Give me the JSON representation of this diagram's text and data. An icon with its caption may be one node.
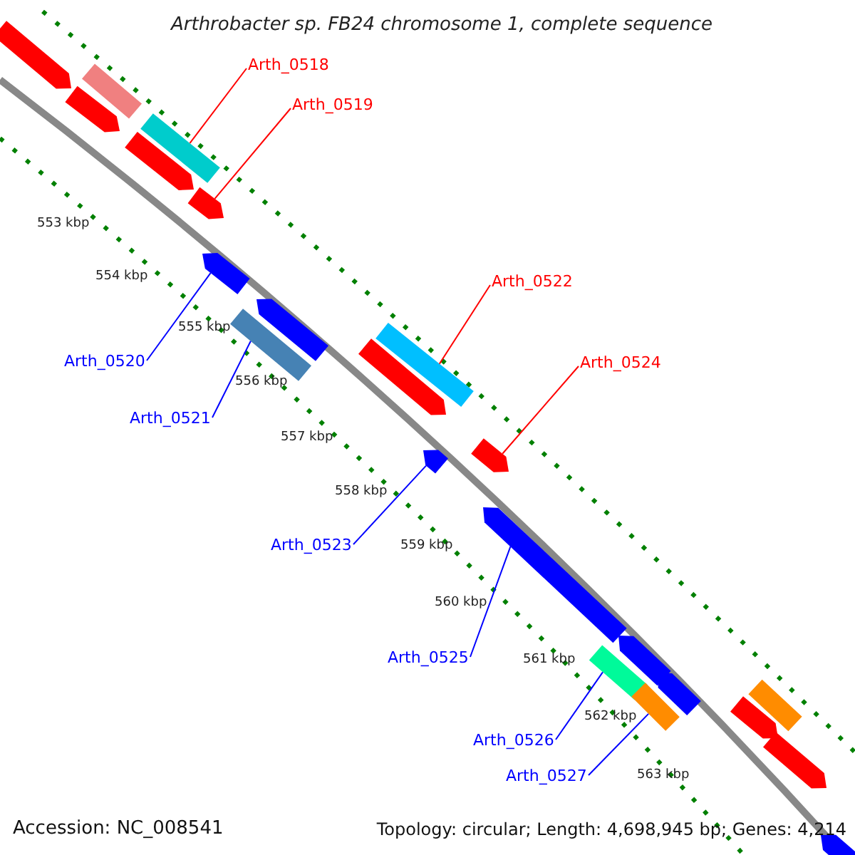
{
  "diagram": {
    "title": "Arthrobacter sp. FB24 chromosome 1, complete sequence",
    "nodes": [
      {
        "text": [
          "Arth_0518"
        ]
      },
      {
        "text": [
          "Arth_0519"
        ]
      },
      {
        "text": [
          "Arth_0520"
        ]
      },
      {
        "text": [
          "Arth_0521"
        ]
      },
      {
        "text": [
          "Arth_0522"
        ]
      },
      {
        "text": [
          "Arth_0523"
        ]
      },
      {
        "text": [
          "Arth_0524"
        ]
      },
      {
        "text": [
          "Arth_0525"
        ]
      },
      {
        "text": [
          "Arth_0526"
        ]
      },
      {
        "text": [
          "Arth_0527"
        ]
      },
      {
        "text": [],
        "shape": "bar"
      },
      {
        "text": [],
        "shape": "bar"
      },
      {
        "text": [],
        "shape": "bar"
      },
      {
        "text": [],
        "shape": "bar"
      },
      {
        "text": [],
        "shape": "bar"
      },
      {
        "text": [],
        "shape": "bar"
      },
      {
        "text": [],
        "shape": "bar"
      },
      {
        "text": [],
        "shape": "bar"
      },
      {
        "text": [],
        "shape": "bar"
      },
      {
        "text": [],
        "shape": "bar"
      },
      {
        "text": [],
        "shape": "bar"
      },
      {
        "text": [],
        "shape": "bar"
      },
      {
        "text": [],
        "shape": "bar"
      },
      {
        "text": [],
        "shape": "bar"
      },
      {
        "text": [],
        "shape": "bar"
      },
      {
        "text": [],
        "shape": "bar"
      },
      {
        "text": [],
        "shape": "bar"
      },
      {
        "text": [],
        "shape": "bar"
      },
      {
        "text": [],
        "shape": "bar"
      },
      {
        "text": [],
        "shape": "bar"
      },
      {
        "text": [],
        "shape": "bar"
      },
      {
        "text": [],
        "shape": "bar"
      }
    ],
    "edges": [
      {
        "from": 0,
        "to": 10,
        "arrow": "none",
        "color": "#ff0000"
      },
      {
        "from": 1,
        "to": 11,
        "arrow": "none",
        "color": "#ff0000"
      },
      {
        "from": 2,
        "to": 12,
        "arrow": "none"
      },
      {
        "from": 3,
        "to": 13,
        "arrow": "none"
      },
      {
        "from": 4,
        "to": 14,
        "arrow": "none",
        "color": "#ff0000"
      },
      {
        "from": 5,
        "to": 15,
        "arrow": "none"
      },
      {
        "from": 6,
        "to": 16,
        "arrow": "none",
        "color": "#ff0000"
      },
      {
        "from": 7,
        "to": 17,
        "arrow": "none"
      },
      {
        "from": 8,
        "to": 18,
        "arrow": "none"
      },
      {
        "from": 9,
        "to": 19,
        "arrow": "none"
      }
    ],
    "labels": [
      "553 kbp",
      "554 kbp",
      "555 kbp",
      "556 kbp",
      "557 kbp",
      "558 kbp",
      "559 kbp",
      "560 kbp",
      "561 kbp",
      "562 kbp",
      "563 kbp",
      "Accession: NC_008541",
      "Topology: circular; Length: 4,698,945 bp; Genes: 4,214"
    ]
  }
}
